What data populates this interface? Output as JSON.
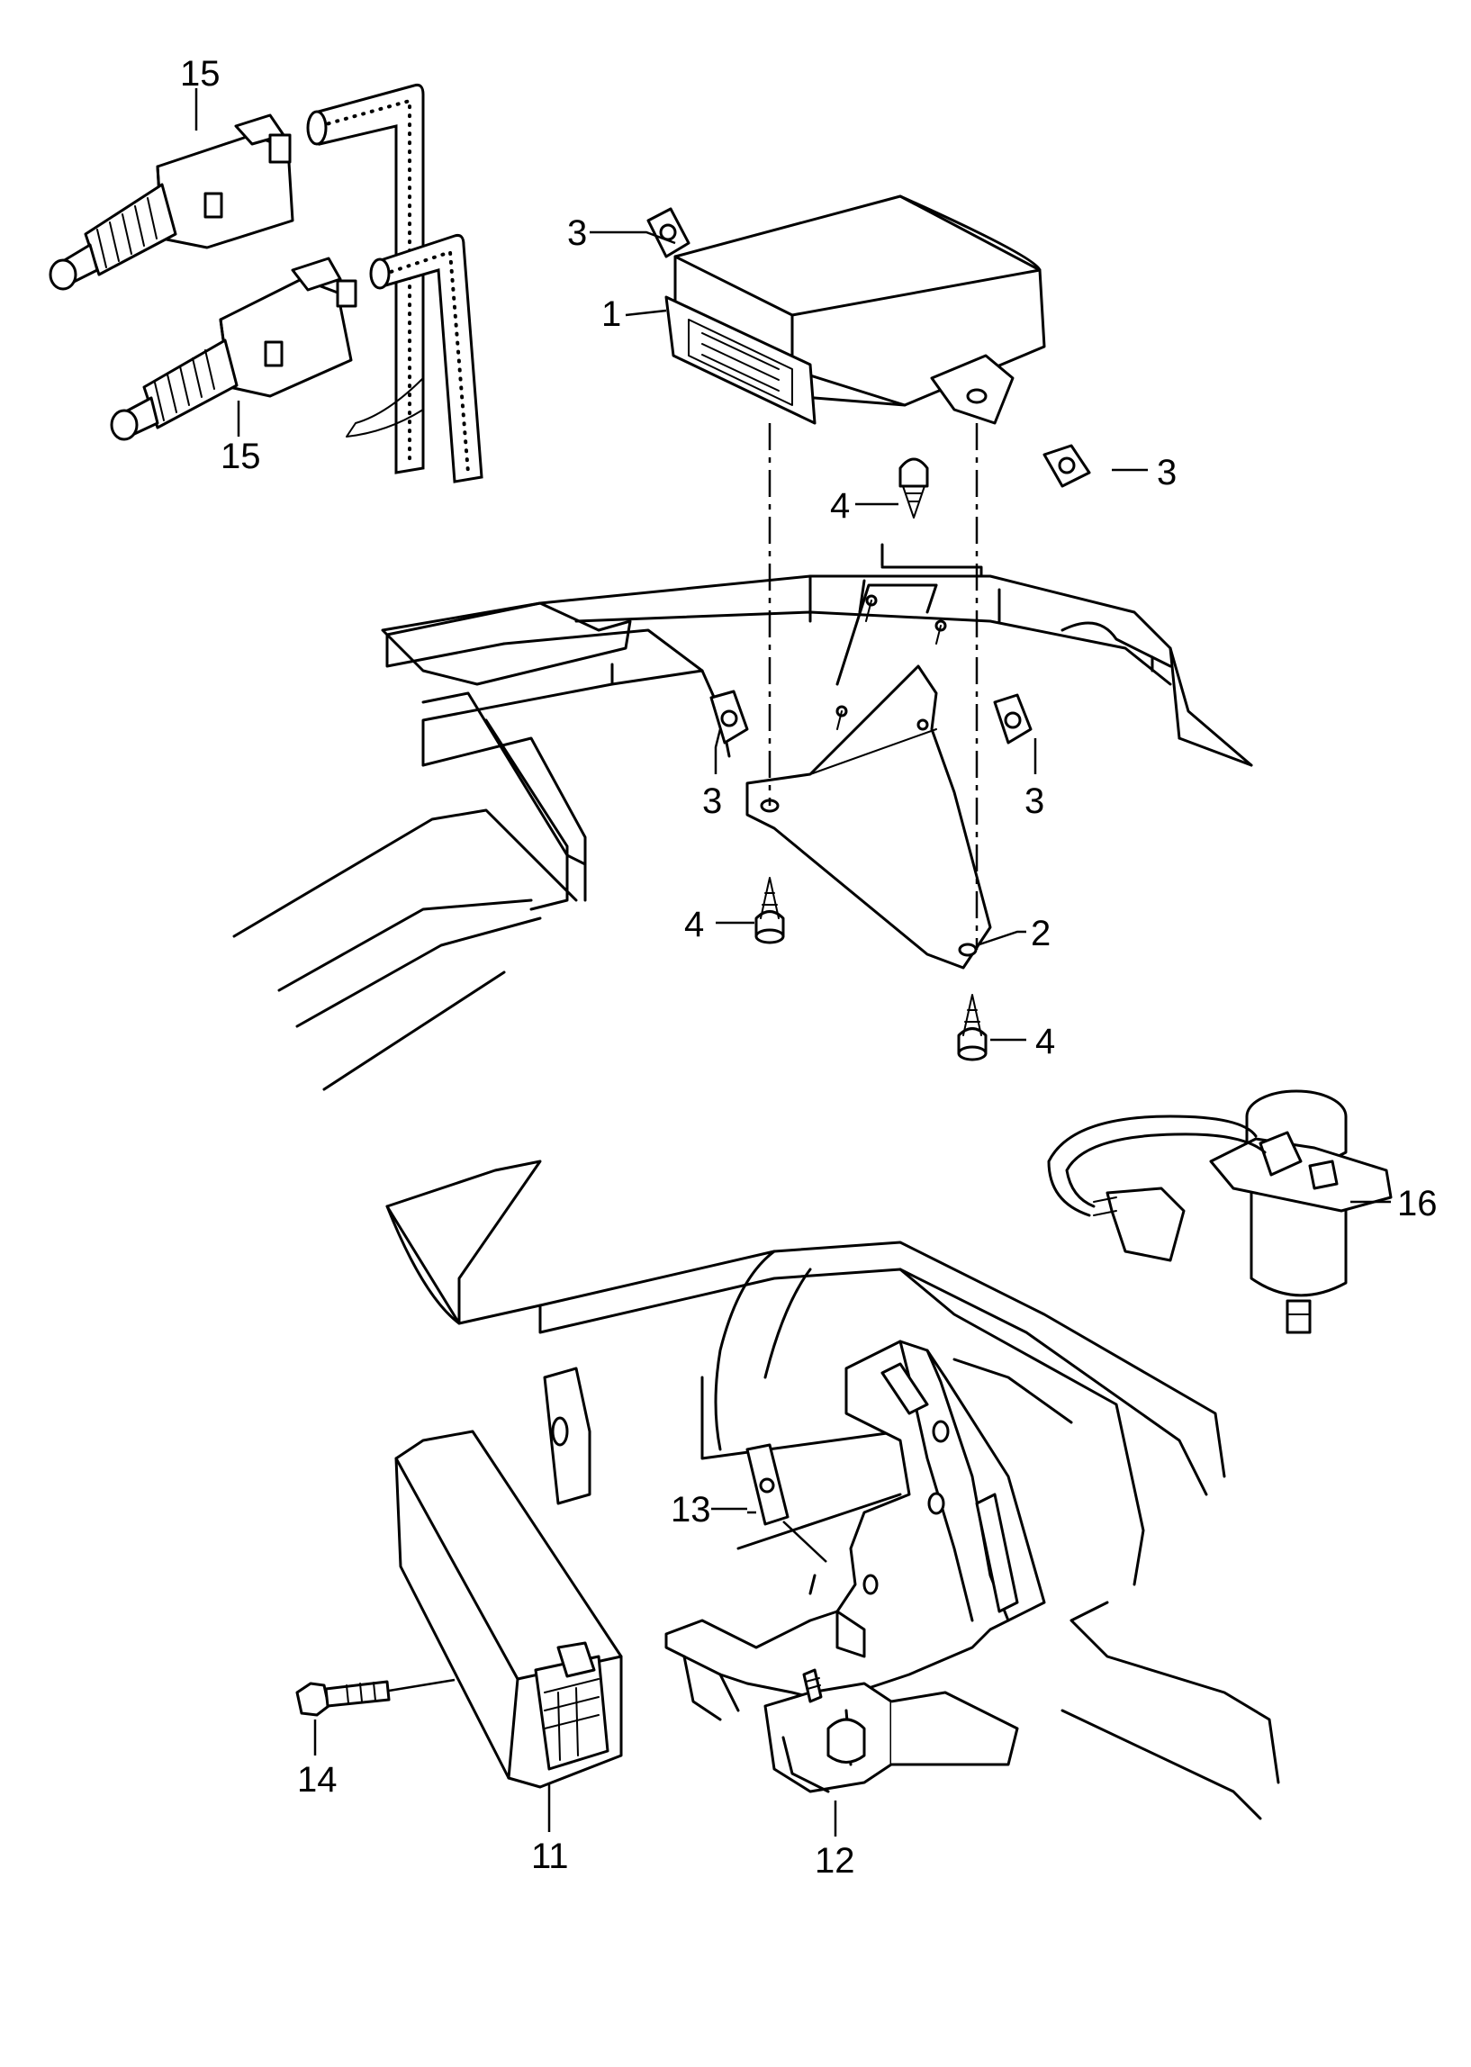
{
  "callouts": {
    "c1": "1",
    "c2": "2",
    "c3a": "3",
    "c3b": "3",
    "c3c": "3",
    "c3d": "3",
    "c4a": "4",
    "c4b": "4",
    "c4c": "4",
    "c11": "11",
    "c12": "12",
    "c13": "13",
    "c14": "14",
    "c15a": "15",
    "c15b": "15",
    "c16": "16"
  }
}
